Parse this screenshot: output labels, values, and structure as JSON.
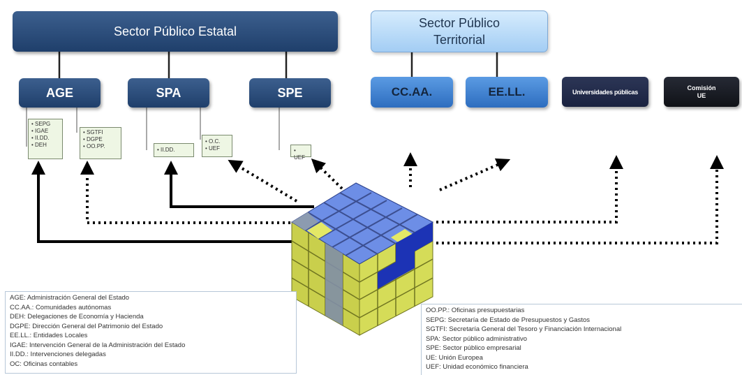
{
  "top": {
    "estatal": "Sector Público Estatal",
    "territorial_line1": "Sector Público",
    "territorial_line2": "Territorial"
  },
  "groups": {
    "age": "AGE",
    "spa": "SPA",
    "spe": "SPE",
    "ccaa": "CC.AA.",
    "eell": "EE.LL.",
    "universidades": "Universidades públicas",
    "comision_line1": "Comisión",
    "comision_line2": "UE"
  },
  "sub_boxes": {
    "age_a": [
      "SEPG",
      "IGAE",
      "II.DD.",
      "DEH"
    ],
    "age_b": [
      "SGTFI",
      "DGPE",
      "OO.PP."
    ],
    "spa_a": [
      "II.DD."
    ],
    "spa_b": [
      "O.C.",
      "UEF"
    ],
    "spe_a": [
      "UEF"
    ]
  },
  "legend_left": [
    "AGE: Administración General del Estado",
    "CC.AA.: Comunidades autónomas",
    "DEH: Delegaciones de Economía y Hacienda",
    "DGPE: Dirección General del Patrimonio del Estado",
    "EE.LL.: Entidades Locales",
    "IGAE: Intervención General de la Administración del Estado",
    "II.DD.: Intervenciones delegadas",
    "OC: Oficinas contables"
  ],
  "legend_right": [
    "OO.PP.: Oficinas presupuestarias",
    "SEPG: Secretaría de Estado de Presupuestos y Gastos",
    "SGTFI: Secretaría General del Tesoro y Financiación Internacional",
    "SPA: Sector público administrativo",
    "SPE: Sector público empresarial",
    "UE: Unión Europea",
    "UEF: Unidad económico financiera"
  ],
  "colors": {
    "dark_blue": "#1f3f6b",
    "light_blue": "#a3cdf4",
    "cube_blue": "#1c33b5",
    "cube_yellow": "#d8e05a",
    "cube_grey": "#8c9bb0"
  }
}
